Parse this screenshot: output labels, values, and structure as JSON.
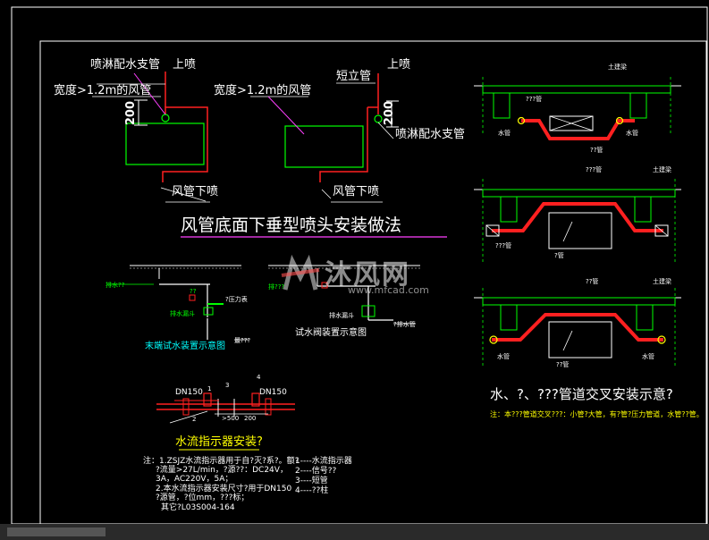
{
  "left_diagram": {
    "title": "风管底面下垂型喷头安装做法",
    "label_branch_pipe_1": "喷淋配水支管",
    "label_upper_spray_1": "上喷",
    "label_duct_width_1": "宽度>1.2m的风管",
    "label_lower_spray_1": "风管下喷",
    "label_short_riser": "短立管",
    "label_upper_spray_2": "上喷",
    "label_duct_width_2": "宽度>1.2m的风管",
    "label_branch_pipe_2": "喷淋配水支管",
    "label_lower_spray_2": "风管下喷",
    "dim_1": "200",
    "dim_2": "200"
  },
  "right_diagram": {
    "title": "水、?、???管道交叉安装示意?",
    "note": "注：本???管道交叉???：小管?大管，有?管?压力管道，水管??管。",
    "top_slab_1": "土建梁",
    "top_slab_2": "土建梁",
    "top_slab_3": "土建梁",
    "label_pipe_a": "???管",
    "label_water_pipe_a": "水管",
    "label_water_pipe_b": "水管",
    "label_duct_a": "??管",
    "label_pipe_b": "???管",
    "label_pipe_c": "???管",
    "label_duct_b": "?管",
    "label_pipe_d": "??管",
    "label_water_pipe_c": "水管",
    "label_water_pipe_d": "水管",
    "label_duct_c": "??管"
  },
  "end_test": {
    "caption": "末端试水装置示意图",
    "label_a": "排水??",
    "label_b": "??",
    "label_c": "?压力表",
    "label_d": "排水漏斗",
    "label_e": "最???"
  },
  "valve_test": {
    "caption": "试水阀装置示意图",
    "label_a": "排???",
    "label_b": "排水漏斗",
    "label_c": "?排水管"
  },
  "flow_indicator": {
    "title": "水流指示器安装?",
    "dn_left": "DN150",
    "dn_right": "DN150",
    "dim_a": ">500",
    "dim_b": "200",
    "num_1": "1",
    "num_2": "2",
    "num_3": "3",
    "num_4": "4",
    "notes": [
      "注：1.ZSJZ水流指示器用于自?灭?系?。额?",
      "?流量>27L/min，?源??：DC24V，",
      "3A，AC220V，5A；",
      "2.本水流指示器安装尺寸?用于DN150",
      "?源管，?位mm，???标；",
      "其它?L03S004-164"
    ],
    "legend": [
      "1----水流指示器",
      "2----信号??",
      "3----短管",
      "4----??柱"
    ]
  },
  "watermark": {
    "name": "沐风网",
    "url": "www.mfcad.com"
  },
  "colors": {
    "frame": "#ffffff",
    "red_pipe": "#ff2020",
    "green_box": "#00ff00",
    "magenta": "#ff40ff",
    "yellow": "#ffff00",
    "cyan": "#00ffff",
    "orange": "#ff8000"
  }
}
